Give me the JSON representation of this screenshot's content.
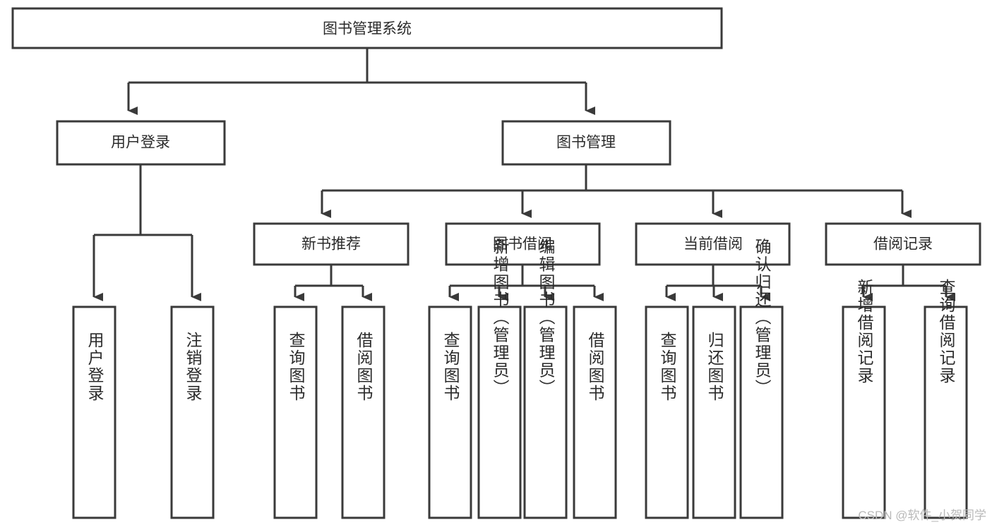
{
  "diagram": {
    "type": "tree-hierarchy",
    "title": "图书管理系统",
    "watermark": "CSDN @软件_小贺同学",
    "colors": {
      "stroke": "#3a3a3a",
      "box_fill": "#ffffff",
      "text": "#2b2b2b",
      "watermark": "#b9b9b9",
      "background": "#ffffff"
    },
    "root": {
      "label": "图书管理系统",
      "orientation": "horizontal"
    },
    "level2": [
      {
        "label": "用户登录",
        "orientation": "horizontal"
      },
      {
        "label": "图书管理",
        "orientation": "horizontal"
      }
    ],
    "level3": [
      {
        "label": "新书推荐",
        "orientation": "horizontal",
        "parent": "图书管理"
      },
      {
        "label": "图书借阅",
        "orientation": "horizontal",
        "parent": "图书管理"
      },
      {
        "label": "当前借阅",
        "orientation": "horizontal",
        "parent": "图书管理"
      },
      {
        "label": "借阅记录",
        "orientation": "horizontal",
        "parent": "图书管理"
      }
    ],
    "leaves": {
      "user_login": [
        {
          "label": "用户登录",
          "orientation": "vertical"
        },
        {
          "label": "注销登录",
          "orientation": "vertical"
        }
      ],
      "new_book_recommend": [
        {
          "label": "查询图书",
          "orientation": "vertical"
        },
        {
          "label": "借阅图书",
          "orientation": "vertical"
        }
      ],
      "book_borrow": [
        {
          "label": "查询图书",
          "orientation": "vertical"
        },
        {
          "label": "新增图书（管理员）",
          "orientation": "vertical"
        },
        {
          "label": "编辑图书（管理员）",
          "orientation": "vertical"
        },
        {
          "label": "借阅图书",
          "orientation": "vertical"
        }
      ],
      "current_borrow": [
        {
          "label": "查询图书",
          "orientation": "vertical"
        },
        {
          "label": "归还图书",
          "orientation": "vertical"
        },
        {
          "label": "确认归还（管理员）",
          "orientation": "vertical"
        }
      ],
      "borrow_record": [
        {
          "label": "新增借阅记录",
          "orientation": "vertical"
        },
        {
          "label": "查询借阅记录",
          "orientation": "vertical"
        }
      ]
    }
  }
}
